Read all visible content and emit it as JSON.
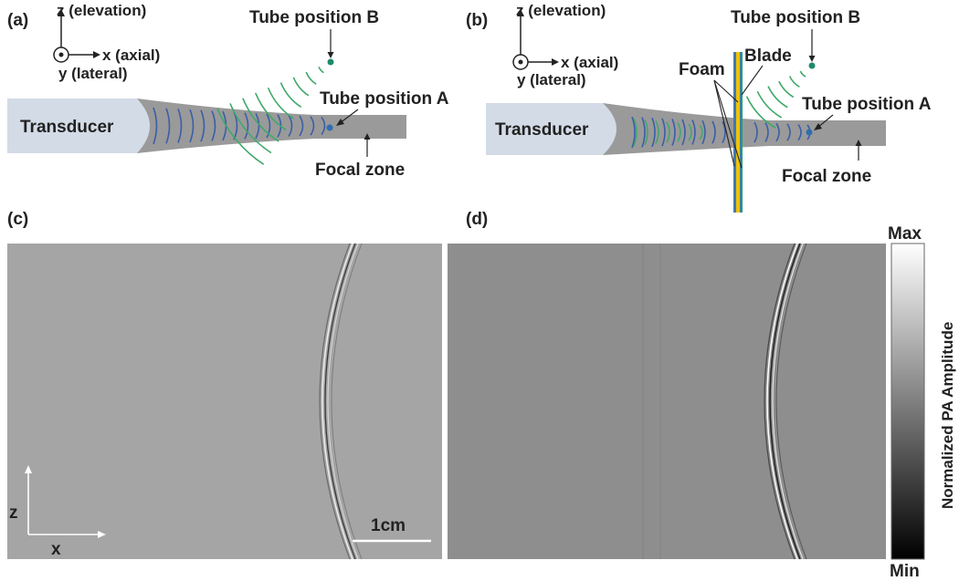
{
  "panels": {
    "a": {
      "tag": "(a)",
      "axis_z": "z (elevation)",
      "axis_x": "x (axial)",
      "axis_y": "y (lateral)",
      "transducer": "Transducer",
      "tube_a": "Tube position A",
      "tube_b": "Tube position B",
      "focal_zone": "Focal zone"
    },
    "b": {
      "tag": "(b)",
      "axis_z": "z (elevation)",
      "axis_x": "x (axial)",
      "axis_y": "y (lateral)",
      "transducer": "Transducer",
      "tube_a": "Tube position A",
      "tube_b": "Tube position B",
      "focal_zone": "Focal zone",
      "foam": "Foam",
      "blade": "Blade"
    },
    "c": {
      "tag": "(c)",
      "axis_z": "z",
      "axis_x": "x",
      "scale_bar": "1cm"
    },
    "d": {
      "tag": "(d)"
    }
  },
  "colorbar": {
    "max_label": "Max",
    "min_label": "Min",
    "title": "Normalized PA Amplitude"
  },
  "colors": {
    "transducer": "#d3dbe6",
    "beam": "#9a9a9a",
    "wave_blue": "#3a5ea8",
    "wave_green": "#3fa86a",
    "image_c": "#a5a5a5",
    "image_d": "#8e8e8e",
    "blade_yellow": "#f2c200",
    "blade_blue": "#5b9bd5"
  }
}
